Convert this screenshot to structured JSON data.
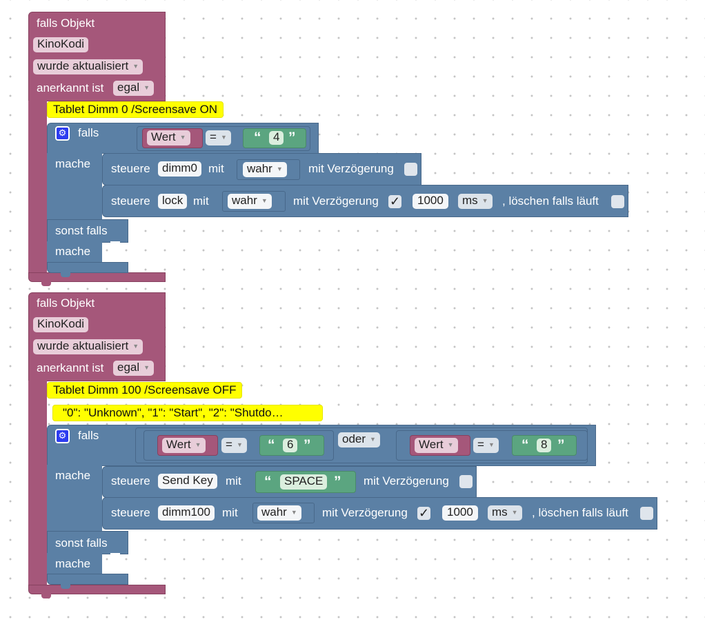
{
  "block1": {
    "title": "falls Objekt",
    "object": "KinoKodi",
    "trigger": "wurde aktualisiert",
    "ack_label": "anerkannt ist",
    "ack_value": "egal",
    "comment": "Tablet Dimm 0 /Screensave ON",
    "if_label": "falls",
    "do_label": "mache",
    "else_if_label": "sonst falls",
    "do2_label": "mache",
    "cond": {
      "var": "Wert",
      "op": "=",
      "value": "4"
    },
    "stmt1": {
      "verb": "steuere",
      "target": "dimm0",
      "with": "mit",
      "value": "wahr",
      "delay_label": "mit Verzögerung"
    },
    "stmt2": {
      "verb": "steuere",
      "target": "lock",
      "with": "mit",
      "value": "wahr",
      "delay_label": "mit Verzögerung",
      "check": "✓",
      "delay": "1000",
      "unit": "ms",
      "clear_label": ", löschen falls läuft"
    }
  },
  "block2": {
    "title": "falls Objekt",
    "object": "KinoKodi",
    "trigger": "wurde aktualisiert",
    "ack_label": "anerkannt ist",
    "ack_value": "egal",
    "comment": "Tablet Dimm 100 /Screensave OFF",
    "comment2": "\"0\": \"Unknown\",   \"1\": \"Start\",   \"2\": \"Shutdo…",
    "if_label": "falls",
    "do_label": "mache",
    "else_if_label": "sonst falls",
    "do2_label": "mache",
    "cond_a": {
      "var": "Wert",
      "op": "=",
      "value": "6"
    },
    "logic": "oder",
    "cond_b": {
      "var": "Wert",
      "op": "=",
      "value": "8"
    },
    "stmt1": {
      "verb": "steuere",
      "target": "Send Key",
      "with": "mit",
      "value": "SPACE",
      "delay_label": "mit Verzögerung"
    },
    "stmt2": {
      "verb": "steuere",
      "target": "dimm100",
      "with": "mit",
      "value": "wahr",
      "delay_label": "mit Verzögerung",
      "check": "✓",
      "delay": "1000",
      "unit": "ms",
      "clear_label": ", löschen falls läuft"
    }
  },
  "colors": {
    "event_block": "#a5577a",
    "logic_block": "#5b80a5",
    "text_block": "#5ba580",
    "comment": "#ffff00",
    "mutator_icon": "#2d3cf0"
  },
  "icons": {
    "mutator": "gear-icon",
    "dropdown": "dropdown-arrow-icon",
    "open_quote": "open-quote-icon",
    "close_quote": "close-quote-icon"
  }
}
